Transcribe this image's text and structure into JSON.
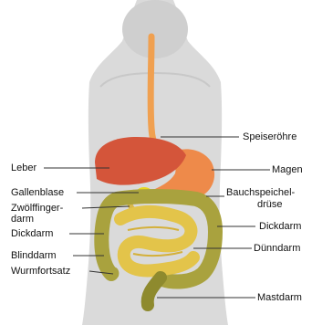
{
  "labels": {
    "speiserohre": "Speiseröhre",
    "leber": "Leber",
    "magen": "Magen",
    "gallenblase": "Gallenblase",
    "bauchspeicheldruse_line1": "Bauchspeichel-",
    "bauchspeicheldruse_line2": "drüse",
    "zwolffingerdarm_line1": "Zwölffinger-",
    "zwolffingerdarm_line2": "darm",
    "dickdarm_left": "Dickdarm",
    "dickdarm_right": "Dickdarm",
    "dunndarm": "Dünndarm",
    "blinddarm": "Blinddarm",
    "wurmfortsatz": "Wurmfortsatz",
    "mastdarm": "Mastdarm"
  },
  "colors": {
    "body": "#d9d9d9",
    "body_shade": "#c6c6c6",
    "esophagus": "#f0a050",
    "liver": "#d4553a",
    "stomach": "#ee8a4a",
    "gallbladder": "#e8d820",
    "pancreas": "#f2c94c",
    "colon": "#a9a23e",
    "small_intestine": "#e3c44a",
    "rectum": "#8e8a2e",
    "leader_line": "#333333"
  }
}
